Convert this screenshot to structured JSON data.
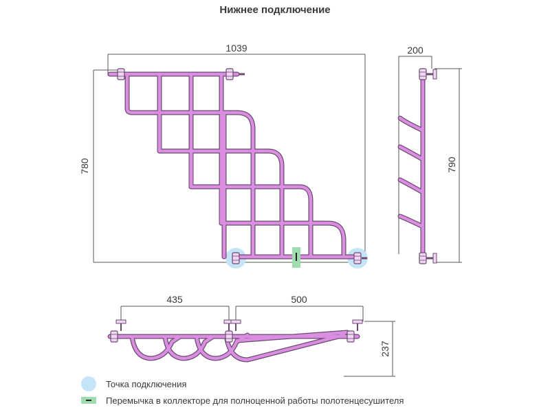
{
  "title": "Нижнее подключение",
  "dimensions": {
    "width_front": "1039",
    "height_front": "780",
    "depth_side": "200",
    "height_side": "790",
    "bottom_left": "435",
    "bottom_right": "500",
    "bottom_height": "237"
  },
  "legend": {
    "connection_label": "Точка подключения",
    "jumper_label": "Перемычка в коллекторе для полноценной работы полотенцесушителя"
  },
  "colors": {
    "pipe": "#d98ee0",
    "pipe_outline": "#6a4a70",
    "connection_point": "#c5e4f7",
    "jumper": "#9fdcb0",
    "dimension_line": "#555555"
  }
}
